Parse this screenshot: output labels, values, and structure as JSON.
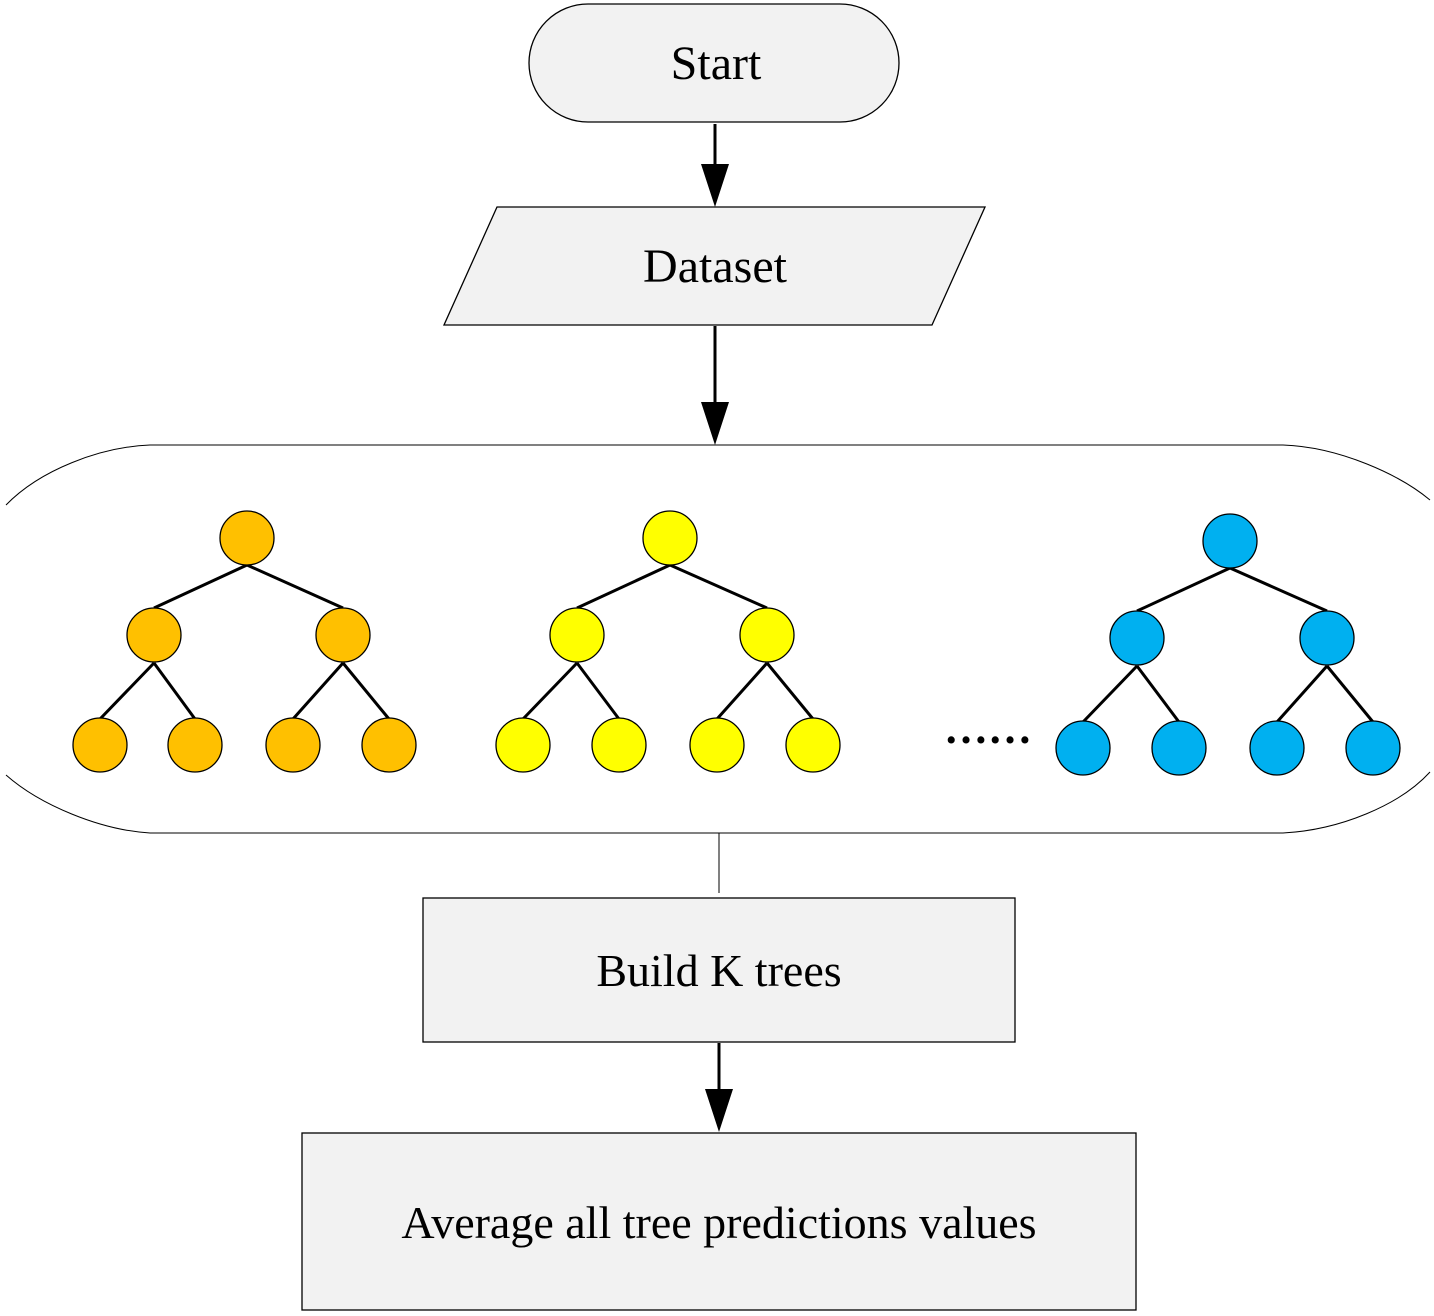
{
  "steps": {
    "start": "Start",
    "dataset": "Dataset",
    "build": "Build K trees",
    "average": "Average all tree predictions values"
  },
  "ellipsis": "……",
  "colors": {
    "tree_1": "#FFC000",
    "tree_2": "#FFFF00",
    "tree_k": "#00B0F0",
    "box_fill": "#F2F2F2"
  }
}
